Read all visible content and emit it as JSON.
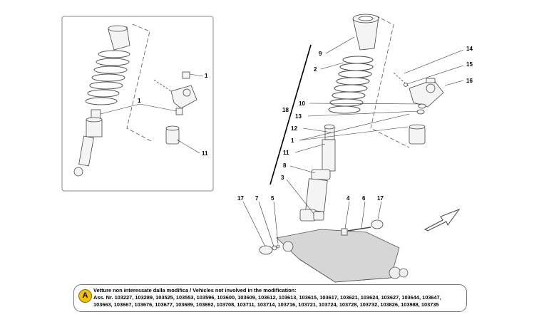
{
  "callouts": {
    "inset": [
      "1",
      "1",
      "11"
    ],
    "main": [
      "9",
      "2",
      "14",
      "15",
      "16",
      "10",
      "18",
      "13",
      "12",
      "1",
      "11",
      "8",
      "3",
      "17",
      "7",
      "5",
      "4",
      "6",
      "17"
    ]
  },
  "note": {
    "badge": "A",
    "line1": "Vetture non interessate dalla modifica / Vehicles not involved in the modification:",
    "line2": "Ass. Nr. 103227, 103289, 103525, 103553, 103596, 103600, 103609, 103612, 103613, 103615, 103617, 103621, 103624, 103627, 103644, 103647,",
    "line3": "103663, 103667, 103676, 103677, 103689, 103692, 103708, 103711, 103714, 103716, 103721, 103724, 103728, 103732, 103826, 103988, 103735"
  },
  "colors": {
    "ink": "#333333",
    "part_fill": "#f4f4f4",
    "frame_fill": "#d6d6d6",
    "note_badge": "#f2c200"
  }
}
